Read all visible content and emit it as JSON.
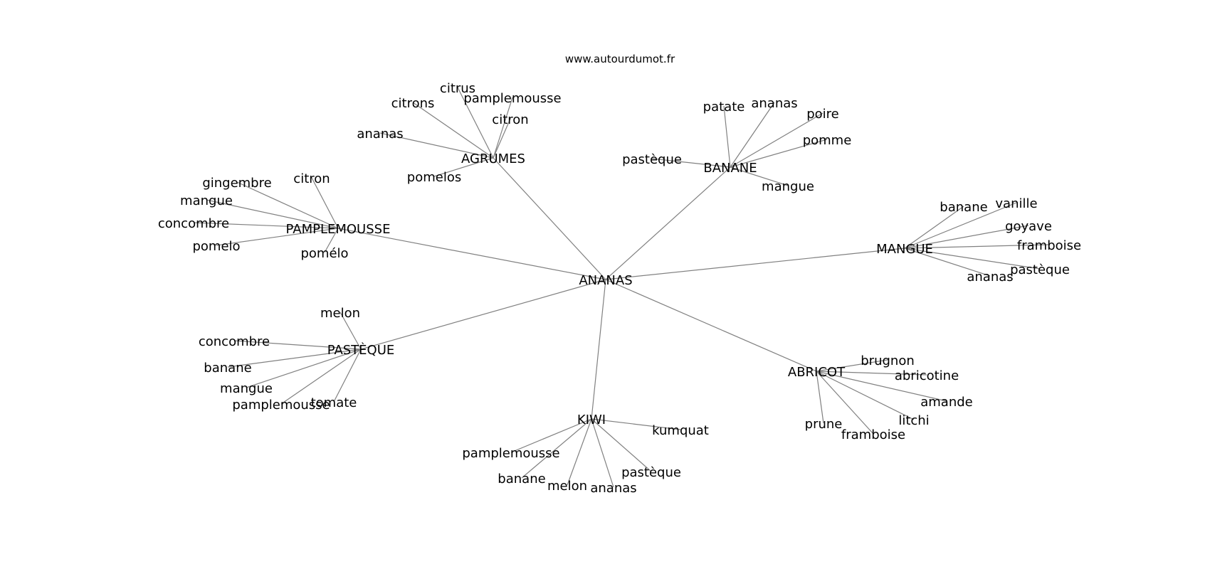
{
  "site": "www.autourdumot.fr",
  "nodes": [
    {
      "id": "ananas",
      "label": "ANANAS"
    },
    {
      "id": "agrumes",
      "label": "AGRUMES"
    },
    {
      "id": "banane",
      "label": "BANANE"
    },
    {
      "id": "pamplemousse",
      "label": "PAMPLEMOUSSE"
    },
    {
      "id": "mangue",
      "label": "MANGUE"
    },
    {
      "id": "pasteque",
      "label": "PASTÈQUE"
    },
    {
      "id": "abricot",
      "label": "ABRICOT"
    },
    {
      "id": "kiwi",
      "label": "KIWI"
    },
    {
      "id": "agr-citrus",
      "label": "citrus"
    },
    {
      "id": "agr-citrons",
      "label": "citrons"
    },
    {
      "id": "agr-pamplemousse",
      "label": "pamplemousse"
    },
    {
      "id": "agr-citron",
      "label": "citron"
    },
    {
      "id": "agr-ananas",
      "label": "ananas"
    },
    {
      "id": "agr-pomelos",
      "label": "pomelos"
    },
    {
      "id": "ban-patate",
      "label": "patate"
    },
    {
      "id": "ban-ananas",
      "label": "ananas"
    },
    {
      "id": "ban-poire",
      "label": "poire"
    },
    {
      "id": "ban-pomme",
      "label": "pomme"
    },
    {
      "id": "ban-pasteque",
      "label": "pastèque"
    },
    {
      "id": "ban-mangue",
      "label": "mangue"
    },
    {
      "id": "pam-gingembre",
      "label": "gingembre"
    },
    {
      "id": "pam-citron",
      "label": "citron"
    },
    {
      "id": "pam-mangue",
      "label": "mangue"
    },
    {
      "id": "pam-concombre",
      "label": "concombre"
    },
    {
      "id": "pam-pomelo",
      "label": "pomelo"
    },
    {
      "id": "pam-pomelo2",
      "label": "pomélo"
    },
    {
      "id": "man-banane",
      "label": "banane"
    },
    {
      "id": "man-vanille",
      "label": "vanille"
    },
    {
      "id": "man-goyave",
      "label": "goyave"
    },
    {
      "id": "man-framboise",
      "label": "framboise"
    },
    {
      "id": "man-pasteque",
      "label": "pastèque"
    },
    {
      "id": "man-ananas",
      "label": "ananas"
    },
    {
      "id": "pas-melon",
      "label": "melon"
    },
    {
      "id": "pas-concombre",
      "label": "concombre"
    },
    {
      "id": "pas-banane",
      "label": "banane"
    },
    {
      "id": "pas-mangue",
      "label": "mangue"
    },
    {
      "id": "pas-pamplemousse",
      "label": "pamplemousse"
    },
    {
      "id": "pas-tomate",
      "label": "tomate"
    },
    {
      "id": "abr-brugnon",
      "label": "brugnon"
    },
    {
      "id": "abr-abricotine",
      "label": "abricotine"
    },
    {
      "id": "abr-amande",
      "label": "amande"
    },
    {
      "id": "abr-litchi",
      "label": "litchi"
    },
    {
      "id": "abr-prune",
      "label": "prune"
    },
    {
      "id": "abr-framboise",
      "label": "framboise"
    },
    {
      "id": "kiw-kumquat",
      "label": "kumquat"
    },
    {
      "id": "kiw-pamplemousse",
      "label": "pamplemousse"
    },
    {
      "id": "kiw-banane",
      "label": "banane"
    },
    {
      "id": "kiw-melon",
      "label": "melon"
    },
    {
      "id": "kiw-ananas",
      "label": "ananas"
    },
    {
      "id": "kiw-pasteque",
      "label": "pastèque"
    }
  ],
  "edges": [
    [
      "ananas",
      "agrumes"
    ],
    [
      "ananas",
      "banane"
    ],
    [
      "ananas",
      "pamplemousse"
    ],
    [
      "ananas",
      "mangue"
    ],
    [
      "ananas",
      "pasteque"
    ],
    [
      "ananas",
      "abricot"
    ],
    [
      "ananas",
      "kiwi"
    ],
    [
      "agrumes",
      "agr-citrus"
    ],
    [
      "agrumes",
      "agr-citrons"
    ],
    [
      "agrumes",
      "agr-pamplemousse"
    ],
    [
      "agrumes",
      "agr-citron"
    ],
    [
      "agrumes",
      "agr-ananas"
    ],
    [
      "agrumes",
      "agr-pomelos"
    ],
    [
      "banane",
      "ban-patate"
    ],
    [
      "banane",
      "ban-ananas"
    ],
    [
      "banane",
      "ban-poire"
    ],
    [
      "banane",
      "ban-pomme"
    ],
    [
      "banane",
      "ban-pasteque"
    ],
    [
      "banane",
      "ban-mangue"
    ],
    [
      "pamplemousse",
      "pam-gingembre"
    ],
    [
      "pamplemousse",
      "pam-citron"
    ],
    [
      "pamplemousse",
      "pam-mangue"
    ],
    [
      "pamplemousse",
      "pam-concombre"
    ],
    [
      "pamplemousse",
      "pam-pomelo"
    ],
    [
      "pamplemousse",
      "pam-pomelo2"
    ],
    [
      "mangue",
      "man-banane"
    ],
    [
      "mangue",
      "man-vanille"
    ],
    [
      "mangue",
      "man-goyave"
    ],
    [
      "mangue",
      "man-framboise"
    ],
    [
      "mangue",
      "man-pasteque"
    ],
    [
      "mangue",
      "man-ananas"
    ],
    [
      "pasteque",
      "pas-melon"
    ],
    [
      "pasteque",
      "pas-concombre"
    ],
    [
      "pasteque",
      "pas-banane"
    ],
    [
      "pasteque",
      "pas-mangue"
    ],
    [
      "pasteque",
      "pas-pamplemousse"
    ],
    [
      "pasteque",
      "pas-tomate"
    ],
    [
      "abricot",
      "abr-brugnon"
    ],
    [
      "abricot",
      "abr-abricotine"
    ],
    [
      "abricot",
      "abr-amande"
    ],
    [
      "abricot",
      "abr-litchi"
    ],
    [
      "abricot",
      "abr-prune"
    ],
    [
      "abricot",
      "abr-framboise"
    ],
    [
      "kiwi",
      "kiw-kumquat"
    ],
    [
      "kiwi",
      "kiw-pamplemousse"
    ],
    [
      "kiwi",
      "kiw-banane"
    ],
    [
      "kiwi",
      "kiw-melon"
    ],
    [
      "kiwi",
      "kiw-ananas"
    ],
    [
      "kiwi",
      "kiw-pasteque"
    ]
  ]
}
